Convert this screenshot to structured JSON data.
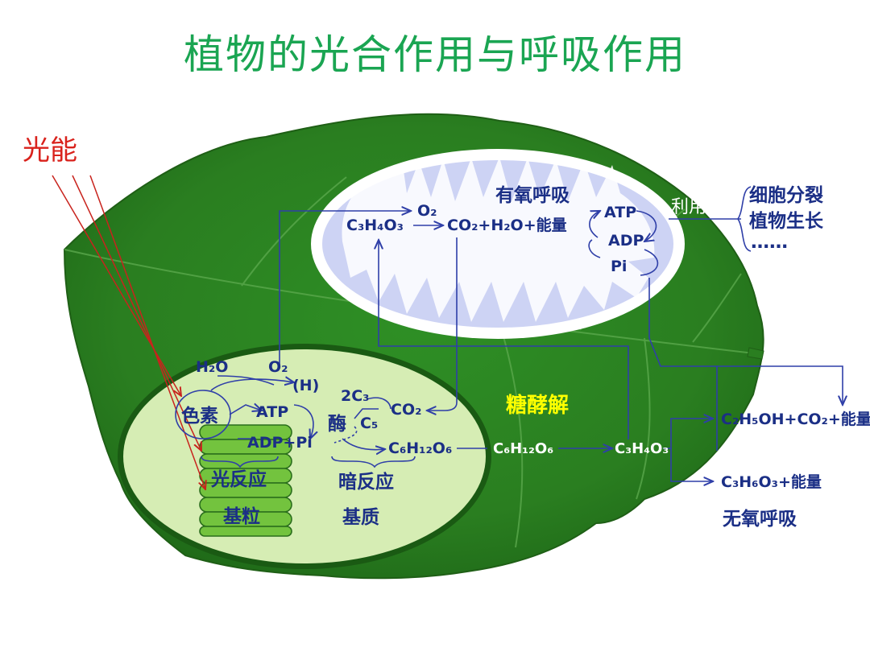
{
  "title": "植物的光合作用与呼吸作用",
  "colors": {
    "title": "#1aa552",
    "light_energy": "#d9221c",
    "leaf": "#2f8a24",
    "chloroplast": "#d6edb4",
    "mitochondria": "#cdd3f4",
    "arrow": "#2f3fa8",
    "glycolysis": "#ffff00"
  },
  "labels": {
    "light_energy": "光能",
    "aerobic_respiration": "有氧呼吸",
    "utilize": "利用",
    "cell_division": "细胞分裂",
    "plant_growth": "植物生长",
    "ellipsis": "……",
    "glycolysis": "糖酵解",
    "light_reaction": "光反应",
    "grana": "基粒",
    "dark_reaction": "暗反应",
    "stroma": "基质",
    "anaerobic_respiration": "无氧呼吸",
    "pigment": "色素",
    "enzyme": "酶"
  },
  "formulas": {
    "o2_mito": "O₂",
    "pyruvate_mito": "C₃H₄O₃",
    "aerobic_products": "CO₂+H₂O+能量",
    "atp_mito": "ATP",
    "adp_mito": "ADP",
    "pi_mito": "Pi",
    "h2o": "H₂O",
    "o2_chloro": "O₂",
    "h": "(H)",
    "atp_chloro": "ATP",
    "adp_pi": "ADP+Pi",
    "two_c3": "2C₃",
    "c5": "C₅",
    "co2_in": "CO₂",
    "glucose_chloro": "C₆H₁₂O₆",
    "glucose_cyto": "C₆H₁₂O₆",
    "pyruvate_cyto": "C₃H₄O₃",
    "ethanol_products": "C₂H₅OH+CO₂+能量",
    "lactate_products": "C₃H₆O₃+能量"
  }
}
